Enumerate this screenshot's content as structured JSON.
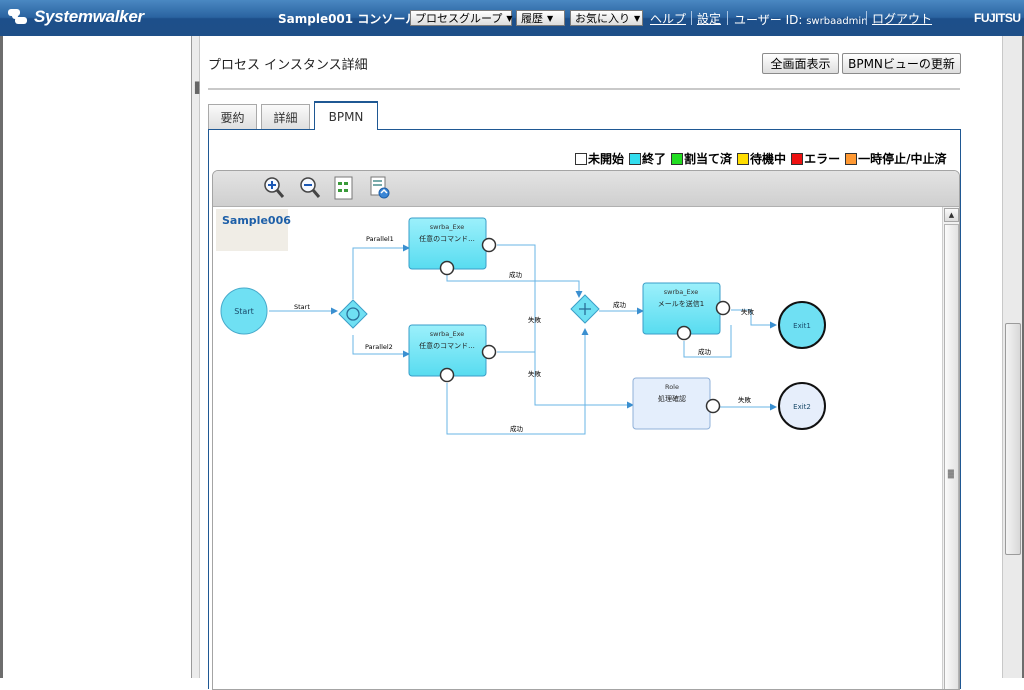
{
  "header": {
    "logo_text": "Systemwalker",
    "console_title": "Sample001 コンソール",
    "menus": [
      {
        "label": "プロセスグループ"
      },
      {
        "label": "履歴"
      },
      {
        "label": "お気に入り"
      }
    ],
    "links": {
      "help": "ヘルプ",
      "settings": "設定",
      "logout": "ログアウト"
    },
    "user_label": "ユーザー ID: ",
    "user_id": "swrbaadmin",
    "brand": "FUJITSU"
  },
  "page": {
    "title": "プロセス インスタンス詳細",
    "buttons": {
      "fullscreen": "全画面表示",
      "refresh": "BPMNビューの更新"
    },
    "tabs": [
      {
        "label": "要約",
        "active": false
      },
      {
        "label": "詳細",
        "active": false
      },
      {
        "label": "BPMN",
        "active": true
      }
    ]
  },
  "legend": [
    {
      "label": "未開始",
      "color": "#ffffff"
    },
    {
      "label": "終了",
      "color": "#33ddee"
    },
    {
      "label": "割当て済",
      "color": "#22dd22"
    },
    {
      "label": "待機中",
      "color": "#ffdd00"
    },
    {
      "label": "エラー",
      "color": "#ee1111"
    },
    {
      "label": "一時停止/中止済",
      "color": "#ff9933"
    }
  ],
  "toolbar": {
    "icons": [
      "zoom-in-icon",
      "zoom-out-icon",
      "fit-icon",
      "export-icon"
    ]
  },
  "diagram": {
    "process_name": "Sample006",
    "start": {
      "label": "Start"
    },
    "gateway_split": {
      "incoming_label": "Start"
    },
    "tasks": [
      {
        "role": "swrba_Exe",
        "name": "任意のコマンド..."
      },
      {
        "role": "swrba_Exe",
        "name": "任意のコマンド..."
      },
      {
        "role": "swrba_Exe",
        "name": "メールを送信1"
      },
      {
        "role": "Role",
        "name": "処理確認"
      }
    ],
    "edge_labels": {
      "parallel1": "Parallel1",
      "parallel2": "Parallel2",
      "success": "成功",
      "failure": "失敗"
    },
    "ends": [
      {
        "label": "Exit1"
      },
      {
        "label": "Exit2"
      }
    ],
    "colors": {
      "finished": "#7ee8f6",
      "not_started": "#e4eefc",
      "line": "#69b4e6"
    }
  }
}
